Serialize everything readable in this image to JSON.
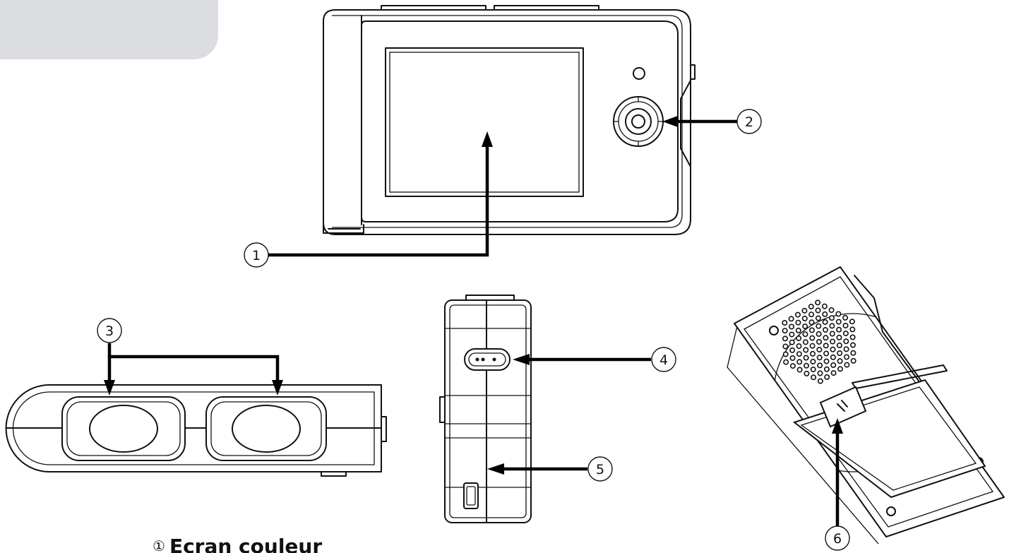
{
  "legend": {
    "marker": "①",
    "text": "Ecran couleur"
  },
  "callouts": [
    {
      "id": "1",
      "label": "1",
      "points_to": "screen"
    },
    {
      "id": "2",
      "label": "2",
      "points_to": "joystick"
    },
    {
      "id": "3",
      "label": "3",
      "points_to": "speakers"
    },
    {
      "id": "4",
      "label": "4",
      "points_to": "switch"
    },
    {
      "id": "5",
      "label": "5",
      "points_to": "usb-port"
    },
    {
      "id": "6",
      "label": "6",
      "points_to": "battery-latch"
    }
  ],
  "colors": {
    "tab_background": "#dcdde0",
    "line": "#111111",
    "arrow": "#000000"
  }
}
